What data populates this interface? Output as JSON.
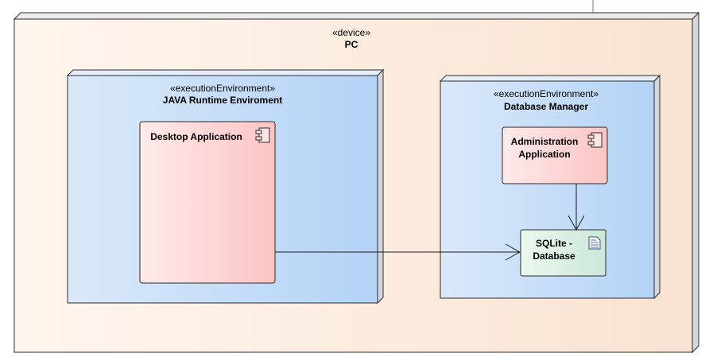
{
  "diagram": {
    "device": {
      "stereotype": "«device»",
      "name": "PC"
    },
    "java_env": {
      "stereotype": "«executionEnvironment»",
      "name": "JAVA Runtime Enviroment"
    },
    "db_env": {
      "stereotype": "«executionEnvironment»",
      "name": "Database Manager"
    },
    "desktop_app": {
      "name": "Desktop Application"
    },
    "admin_app": {
      "name_line1": "Administration",
      "name_line2": "Application"
    },
    "sqlite_db": {
      "name_line1": "SQLite -",
      "name_line2": "Database"
    }
  },
  "colors": {
    "device_fill_start": "#fff6ee",
    "device_fill_end": "#f9e3d2",
    "env_fill_start": "#dbe9fa",
    "env_fill_end": "#b3d3f6",
    "component_fill_start": "#ffeaea",
    "component_fill_end": "#fbc4c4",
    "artifact_fill_start": "#ecf8ee",
    "artifact_fill_end": "#cbe8d9",
    "side_face": "#d3d7dc",
    "border": "#2b2b2b"
  },
  "icons": {
    "component": "component-icon",
    "artifact": "document-icon"
  }
}
